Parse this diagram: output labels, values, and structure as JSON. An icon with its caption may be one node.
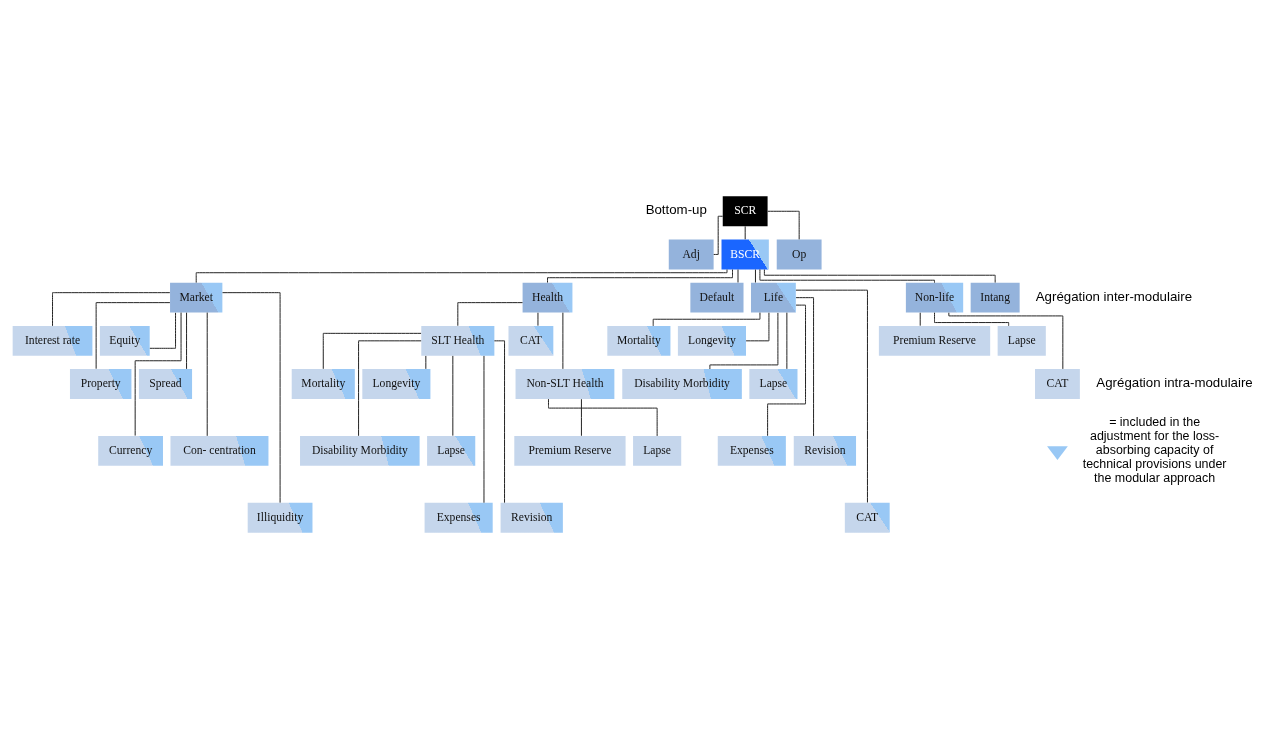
{
  "diagram": {
    "nodes": [
      {
        "text": [
          "SCR"
        ]
      },
      {
        "text": [
          "Adj"
        ]
      },
      {
        "text": [
          "BSCR"
        ]
      },
      {
        "text": [
          "Op"
        ]
      },
      {
        "text": [
          "Market"
        ]
      },
      {
        "text": [
          "Health"
        ]
      },
      {
        "text": [
          "Default"
        ]
      },
      {
        "text": [
          "Life"
        ]
      },
      {
        "text": [
          "Non-life"
        ]
      },
      {
        "text": [
          "Intang"
        ]
      },
      {
        "text": [
          "Interest rate"
        ]
      },
      {
        "text": [
          "Equity"
        ]
      },
      {
        "text": [
          "Property"
        ]
      },
      {
        "text": [
          "Spread"
        ]
      },
      {
        "text": [
          "Currency"
        ]
      },
      {
        "text": [
          "Con- centration"
        ]
      },
      {
        "text": [
          "Illiquidity"
        ]
      },
      {
        "text": [
          "SLT Health"
        ]
      },
      {
        "text": [
          "CAT"
        ]
      },
      {
        "text": [
          "Non-SLT Health"
        ]
      },
      {
        "text": [
          "Mortality"
        ]
      },
      {
        "text": [
          "Longevity"
        ]
      },
      {
        "text": [
          "Disability Morbidity"
        ]
      },
      {
        "text": [
          "Lapse"
        ]
      },
      {
        "text": [
          "Expenses"
        ]
      },
      {
        "text": [
          "Revision"
        ]
      },
      {
        "text": [
          "Premium Reserve"
        ]
      },
      {
        "text": [
          "Lapse"
        ]
      },
      {
        "text": [
          "Mortality"
        ]
      },
      {
        "text": [
          "Longevity"
        ]
      },
      {
        "text": [
          "Disability Morbidity"
        ]
      },
      {
        "text": [
          "Lapse"
        ]
      },
      {
        "text": [
          "Expenses"
        ]
      },
      {
        "text": [
          "Revision"
        ]
      },
      {
        "text": [
          "CAT"
        ]
      },
      {
        "text": [
          "Premium Reserve"
        ]
      },
      {
        "text": [
          "Lapse"
        ]
      },
      {
        "text": [
          "CAT"
        ]
      }
    ],
    "edges": [
      {
        "from": 0,
        "to": 1,
        "arrow": "none"
      },
      {
        "from": 0,
        "to": 2,
        "arrow": "none"
      },
      {
        "from": 0,
        "to": 3,
        "arrow": "none"
      },
      {
        "from": 2,
        "to": 4,
        "arrow": "none"
      },
      {
        "from": 2,
        "to": 5,
        "arrow": "none"
      },
      {
        "from": 2,
        "to": 6,
        "arrow": "none"
      },
      {
        "from": 2,
        "to": 7,
        "arrow": "none"
      },
      {
        "from": 2,
        "to": 8,
        "arrow": "none"
      },
      {
        "from": 2,
        "to": 9,
        "arrow": "none"
      },
      {
        "from": 4,
        "to": 10,
        "arrow": "none"
      },
      {
        "from": 4,
        "to": 11,
        "arrow": "none"
      },
      {
        "from": 4,
        "to": 12,
        "arrow": "none"
      },
      {
        "from": 4,
        "to": 13,
        "arrow": "none"
      },
      {
        "from": 4,
        "to": 14,
        "arrow": "none"
      },
      {
        "from": 4,
        "to": 15,
        "arrow": "none"
      },
      {
        "from": 4,
        "to": 16,
        "arrow": "none"
      },
      {
        "from": 5,
        "to": 17,
        "arrow": "none"
      },
      {
        "from": 5,
        "to": 18,
        "arrow": "none"
      },
      {
        "from": 5,
        "to": 19,
        "arrow": "none"
      },
      {
        "from": 17,
        "to": 20,
        "arrow": "none"
      },
      {
        "from": 17,
        "to": 21,
        "arrow": "none"
      },
      {
        "from": 17,
        "to": 22,
        "arrow": "none"
      },
      {
        "from": 17,
        "to": 23,
        "arrow": "none"
      },
      {
        "from": 17,
        "to": 24,
        "arrow": "none"
      },
      {
        "from": 17,
        "to": 25,
        "arrow": "none"
      },
      {
        "from": 19,
        "to": 26,
        "arrow": "none"
      },
      {
        "from": 19,
        "to": 27,
        "arrow": "none"
      },
      {
        "from": 7,
        "to": 28,
        "arrow": "none"
      },
      {
        "from": 7,
        "to": 29,
        "arrow": "none"
      },
      {
        "from": 7,
        "to": 30,
        "arrow": "none"
      },
      {
        "from": 7,
        "to": 31,
        "arrow": "none"
      },
      {
        "from": 7,
        "to": 32,
        "arrow": "none"
      },
      {
        "from": 7,
        "to": 33,
        "arrow": "none"
      },
      {
        "from": 7,
        "to": 34,
        "arrow": "none"
      },
      {
        "from": 8,
        "to": 35,
        "arrow": "none"
      },
      {
        "from": 8,
        "to": 36,
        "arrow": "none"
      },
      {
        "from": 8,
        "to": 37,
        "arrow": "none"
      }
    ],
    "labels": [
      "Bottom-up",
      "Agrégation inter-modulaire",
      "Agrégation intra-modulaire"
    ],
    "legend": [
      {
        "text": "= included in the adjustment for the loss-absorbing capacity of technical provisions under the modular approach",
        "color": "#99c8f5"
      }
    ]
  }
}
